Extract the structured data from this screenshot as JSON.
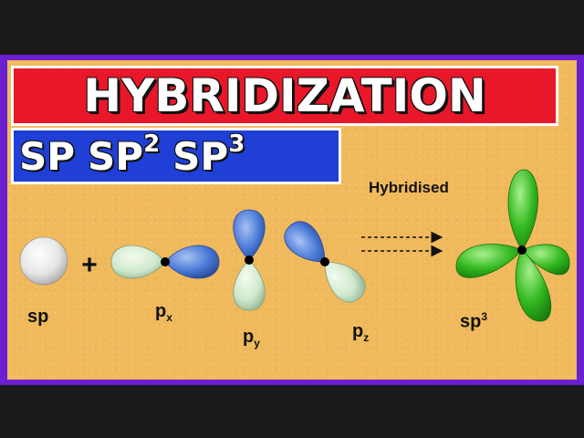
{
  "title": "HYBRIDIZATION",
  "subtitle": {
    "items": [
      {
        "base": "SP",
        "sup": ""
      },
      {
        "base": "SP",
        "sup": "2"
      },
      {
        "base": "SP",
        "sup": "3"
      }
    ]
  },
  "diagram": {
    "plus": "+",
    "arrow_caption": "Hybridised",
    "orbitals": {
      "sp": {
        "base": "sp",
        "mark": ""
      },
      "px": {
        "base": "p",
        "mark": "x"
      },
      "py": {
        "base": "p",
        "mark": "y"
      },
      "pz": {
        "base": "p",
        "mark": "z"
      },
      "sp3": {
        "base": "sp",
        "mark": "3"
      }
    },
    "colors": {
      "title_bg": "#e9172a",
      "subtitle_bg": "#1f3fd6",
      "frame": "#6a1fd0",
      "board": "#f0b95c",
      "lobe_blue": "#3f6fd0",
      "lobe_mint": "#cfe9cc",
      "lobe_green": "#2fb31e",
      "sphere": "#eeeeee"
    }
  }
}
